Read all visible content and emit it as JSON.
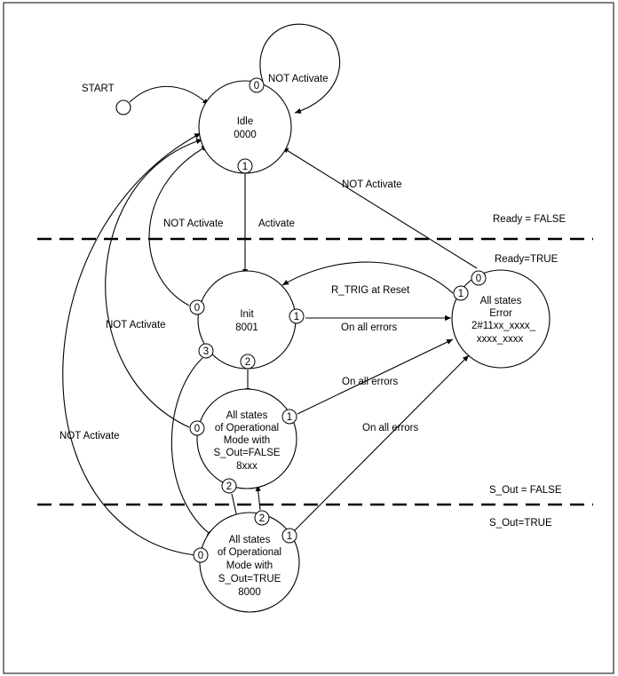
{
  "start_label": "START",
  "states": {
    "idle": {
      "name": "Idle",
      "code": "0000"
    },
    "init": {
      "name": "Init",
      "code": "8001"
    },
    "error": {
      "line1": "All states",
      "line2": "Error",
      "line3": "2#11xx_xxxx_",
      "line4": "xxxx_xxxx"
    },
    "op_false": {
      "line1": "All states",
      "line2": "of Operational",
      "line3": "Mode with",
      "line4": "S_Out=FALSE",
      "line5": "8xxx"
    },
    "op_true": {
      "line1": "All states",
      "line2": "of Operational",
      "line3": "Mode with",
      "line4": "S_Out=TRUE",
      "line5": "8000"
    }
  },
  "transitions": {
    "not_activate": "NOT Activate",
    "activate": "Activate",
    "r_trig": "R_TRIG at Reset",
    "on_all_errors": "On all errors"
  },
  "separators": {
    "ready_false": "Ready = FALSE",
    "ready_true": "Ready=TRUE",
    "s_out_false": "S_Out = FALSE",
    "s_out_true": "S_Out=TRUE"
  },
  "badges": {
    "b0": "0",
    "b1": "1",
    "b2": "2",
    "b3": "3"
  }
}
